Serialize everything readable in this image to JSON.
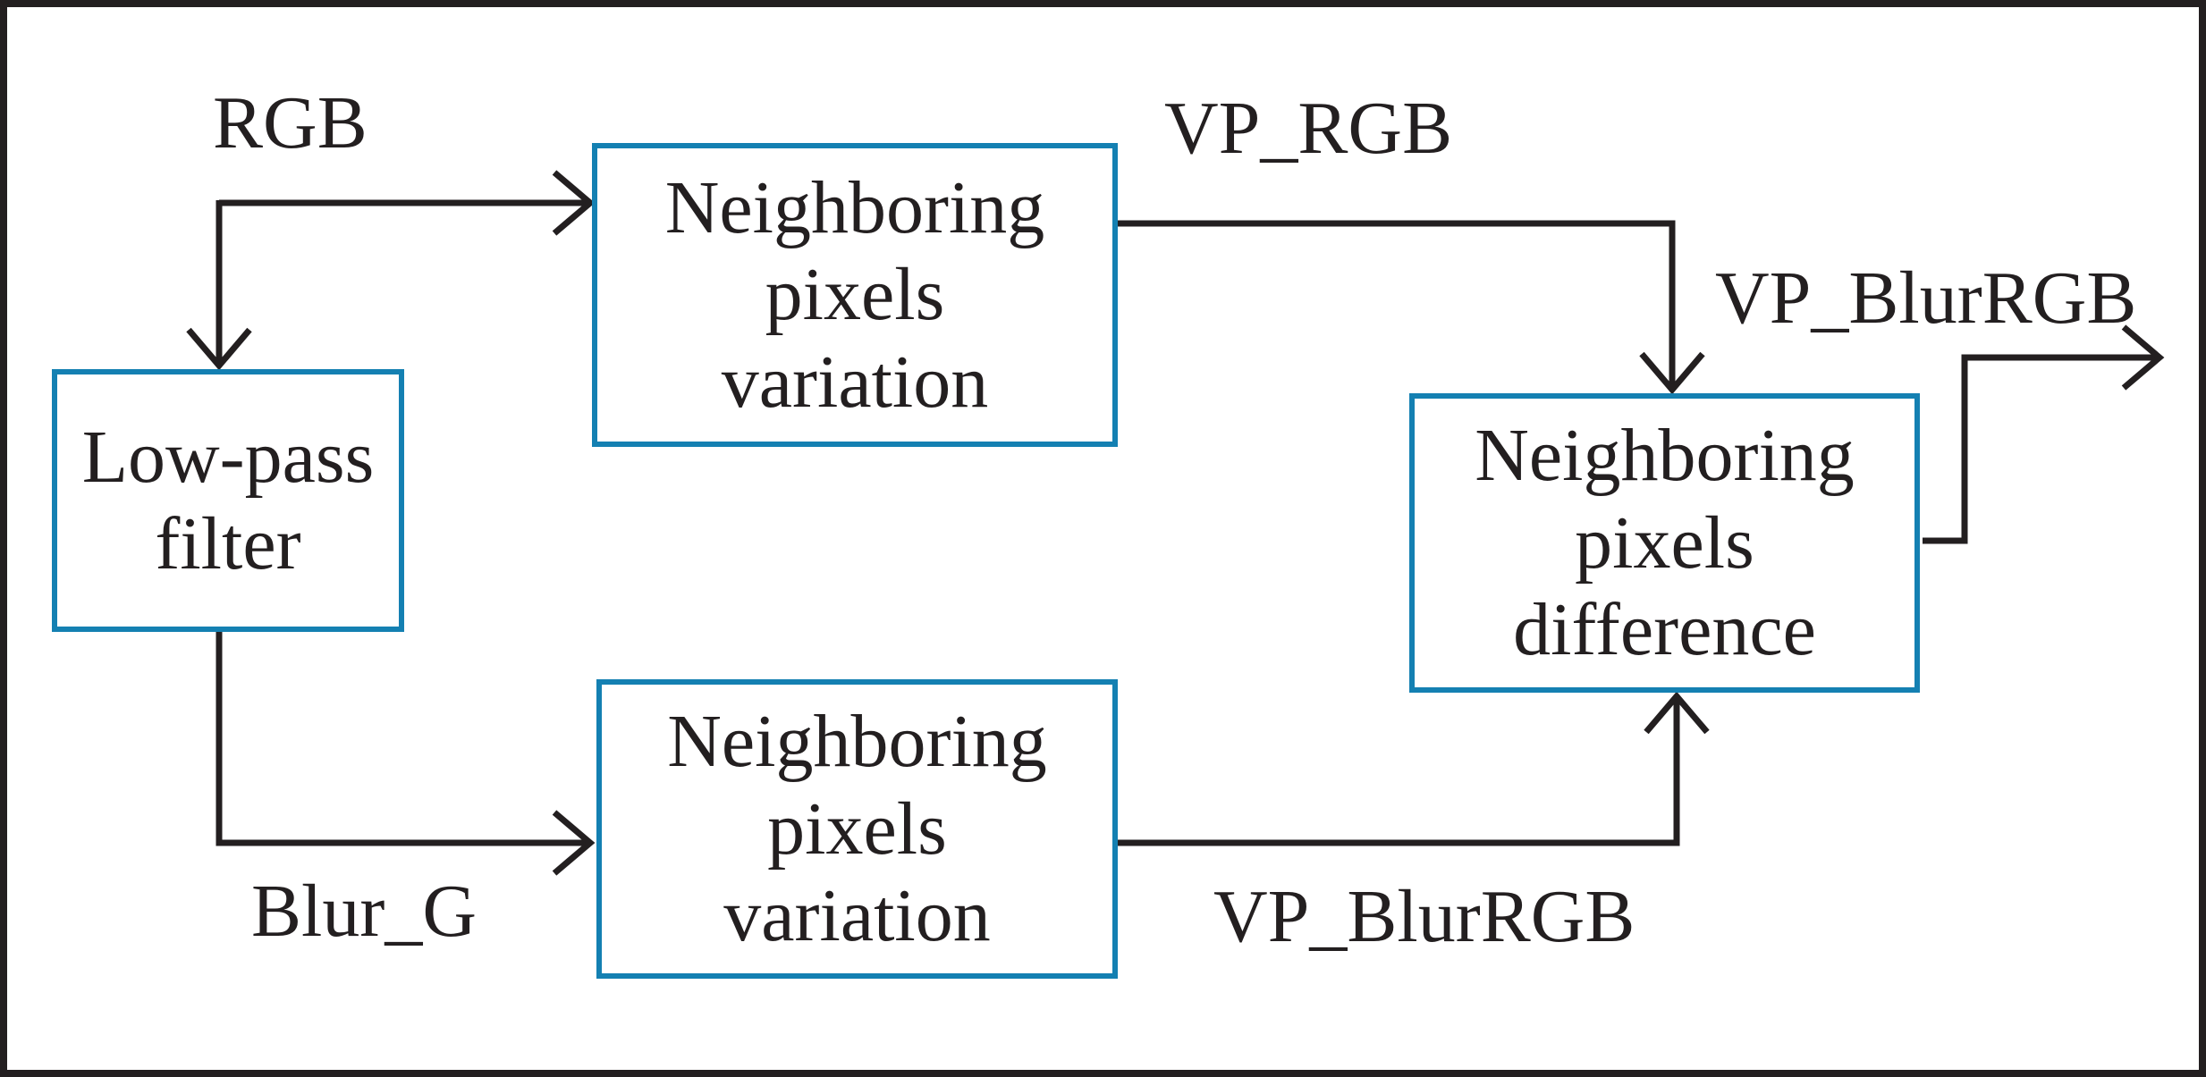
{
  "figure": {
    "type": "block-diagram",
    "background": "#ffffff",
    "frame_color": "#231f20",
    "line_color": "#231f20",
    "accent_color": "#1480b2",
    "text_color": "#231f20"
  },
  "nodes": {
    "low_pass": {
      "label": "Low-pass filter",
      "lines": [
        "Low-pass",
        "filter"
      ]
    },
    "var_top": {
      "label": "Neighboring pixels variation",
      "lines": [
        "Neighboring",
        "pixels",
        "variation"
      ]
    },
    "var_bottom": {
      "label": "Neighboring pixels variation",
      "lines": [
        "Neighboring",
        "pixels",
        "variation"
      ]
    },
    "difference": {
      "label": "Neighboring pixels difference",
      "lines": [
        "Neighboring",
        "pixels",
        "difference"
      ]
    }
  },
  "edge_labels": {
    "rgb": "RGB",
    "vp_rgb": "VP_RGB",
    "vp_blurrgb_output": "VP_BlurRGB",
    "blur_g": "Blur_G",
    "vp_blurrgb": "VP_BlurRGB"
  },
  "edges": [
    {
      "from": "rgb-input",
      "to": "var_top",
      "label": "RGB"
    },
    {
      "from": "rgb-input",
      "to": "low_pass",
      "label": "RGB"
    },
    {
      "from": "var_top",
      "to": "difference",
      "label": "VP_RGB"
    },
    {
      "from": "low_pass",
      "to": "var_bottom",
      "label": "Blur_G"
    },
    {
      "from": "var_bottom",
      "to": "difference",
      "label": "VP_BlurRGB"
    },
    {
      "from": "difference",
      "to": "output",
      "label": "VP_BlurRGB"
    }
  ]
}
